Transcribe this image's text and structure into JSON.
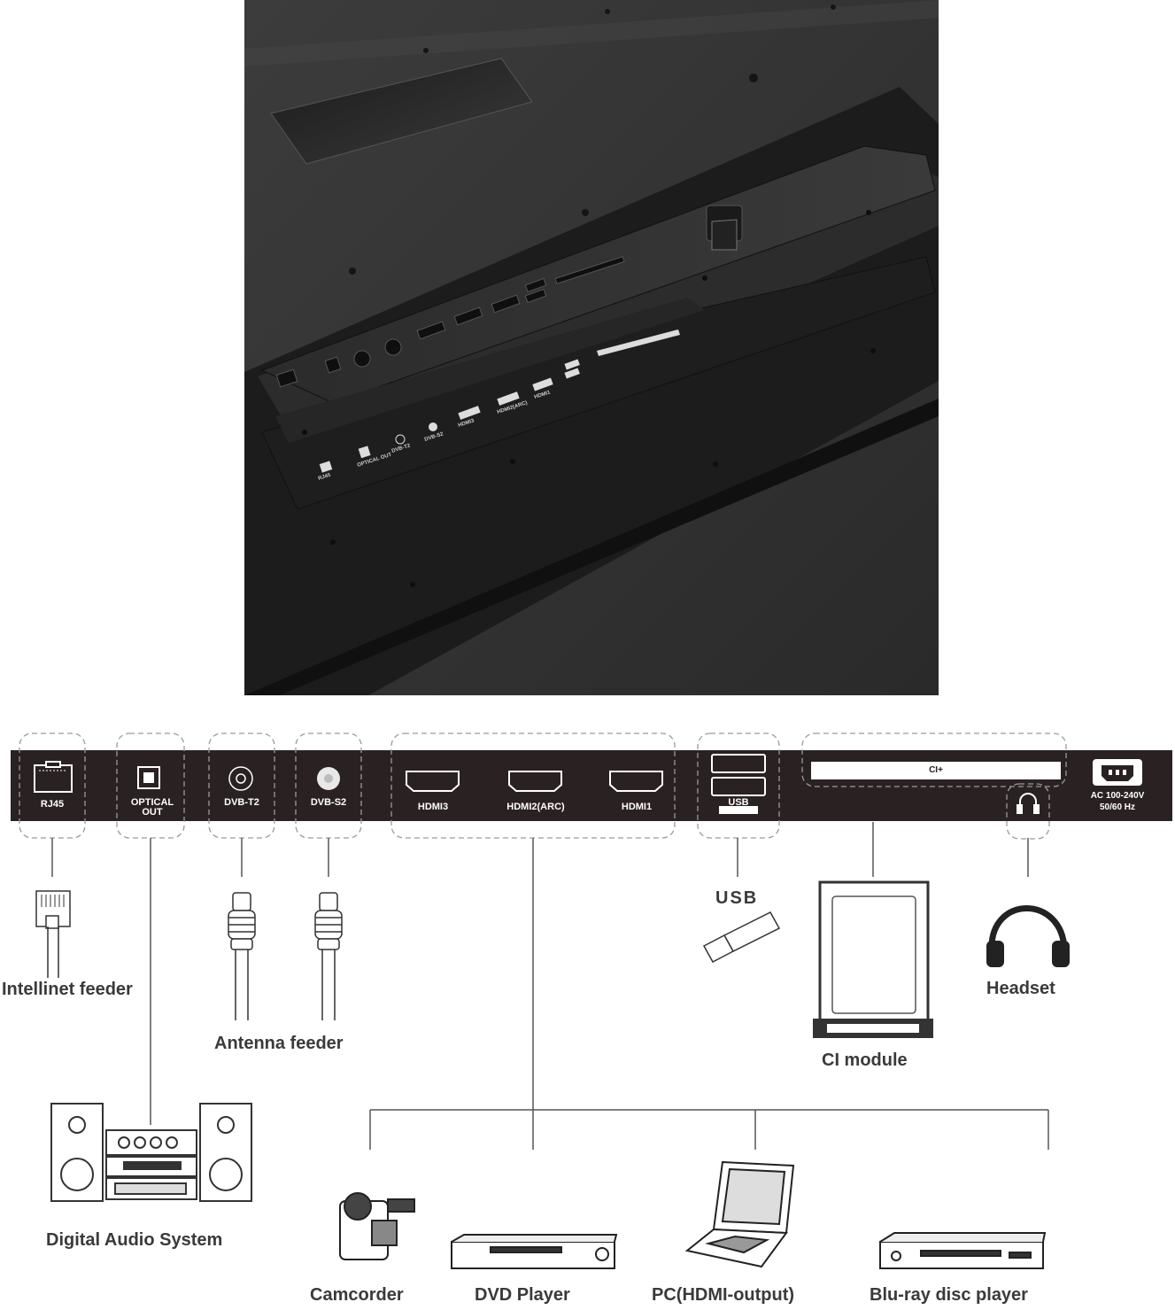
{
  "panel_ports": {
    "rj45": "RJ45",
    "optical_line1": "OPTICAL",
    "optical_line2": "OUT",
    "dvb_t2": "DVB-T2",
    "dvb_s2": "DVB-S2",
    "hdmi3": "HDMI3",
    "hdmi2": "HDMI2(ARC)",
    "hdmi1": "HDMI1",
    "usb": "USB",
    "ci_plus": "CI+",
    "ac_line1": "AC 100-240V",
    "ac_line2": "50/60 Hz"
  },
  "devices": {
    "intellinet": "Intellinet feeder",
    "antenna": "Antenna feeder",
    "usb": "USB",
    "ci_module": "CI module",
    "headset": "Headset",
    "audio_system": "Digital Audio System",
    "camcorder": "Camcorder",
    "dvd": "DVD Player",
    "pc": "PC(HDMI-output)",
    "bluray": "Blu-ray disc player"
  },
  "photo_labels": {
    "rj45": "RJ45",
    "optical": "OPTICAL OUT",
    "dvb_t2": "DVB-T2",
    "dvb_s2": "DVB-S2",
    "hdmi3": "HDMI3",
    "hdmi2": "HDMI2(ARC)",
    "hdmi1": "HDMI1"
  },
  "colors": {
    "panel": "#2a2222",
    "line": "#555555",
    "label": "#3a3a3a"
  }
}
